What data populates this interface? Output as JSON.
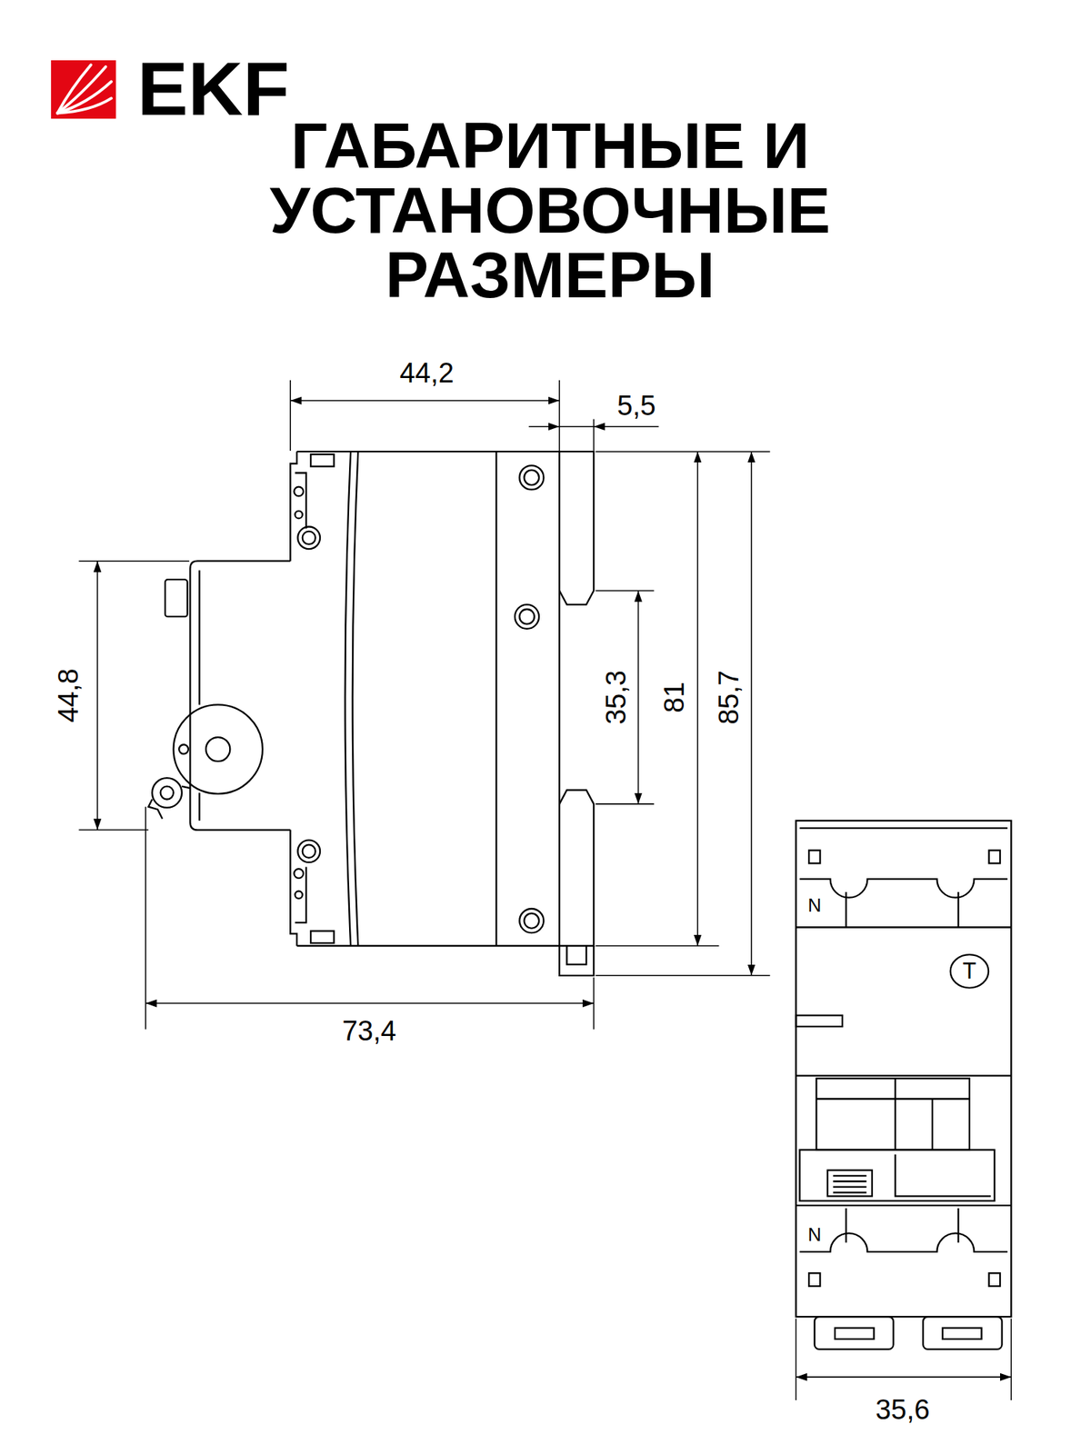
{
  "diagram": {
    "title": "ГАБАРИТНЫЕ И УСТАНОВОЧНЫЕ РАЗМЕРЫ",
    "nodes": [
      {
        "text": [
          "T"
        ]
      }
    ],
    "labels": [
      "EKF",
      "44,2",
      "5,5",
      "44,8",
      "35,3",
      "81",
      "85,7",
      "73,4",
      "N",
      "N",
      "35,6"
    ]
  }
}
